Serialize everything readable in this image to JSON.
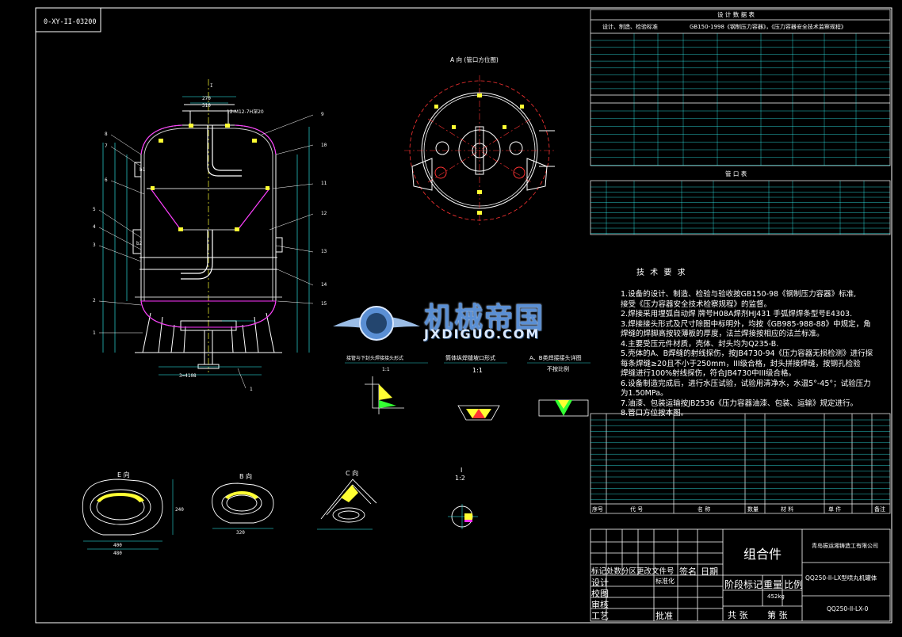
{
  "drawing": {
    "top_left_code": "0-XY-II-03200",
    "view_A_label": "A 向 (管口方位图)",
    "view_E_label": "E 向",
    "view_B_label": "B 向",
    "view_C_label": "C 向",
    "detail_I_label": "I",
    "detail_I_scale": "1:2",
    "section_label_1": "接管与下封头焊接接头形式",
    "section_label_1_scale": "1:1",
    "section_label_2": "筒体纵焊缝坡口形式",
    "section_label_2_scale": "1:1",
    "section_label_3": "A、B类焊接接头详图",
    "section_label_3_scale": "不按比例",
    "dim_top": "310",
    "dim_top2": "270",
    "dim_bolt": "12-M12-7H深20",
    "dim_bottom": "3=4108",
    "dim_400": "400",
    "dim_480": "480",
    "dim_240": "240",
    "dim_320": "320"
  },
  "design_table": {
    "title": "设 计 数 据 表",
    "standard_label": "设计、制造、检验标准",
    "standard_value": "GB150-1998《钢制压力容器》，《压力容器安全技术监察规程》"
  },
  "nozzle_table": {
    "title": "管 口 表"
  },
  "tech_req": {
    "title": "技 术 要 求",
    "lines": [
      "1.设备的设计、制造、检验与验收按GB150-98《钢制压力容器》标准,",
      "   接受《压力容器安全技术检察规程》的监督。",
      "2.焊接采用埋弧自动焊 牌号H08A焊剂HJ431 手弧焊焊条型号E4303.",
      "3.焊接接头形式及尺寸除图中标明外，均按《GB985-988-88》中规定，角",
      "   焊缝的焊脚高按较薄板的厚度，法兰焊接按相应的法兰标准。",
      "4.主要受压元件材质，壳体、封头均为Q235-B.",
      "5.壳体的A、B焊缝的射线探伤，按JB4730-94《压力容器无损检测》进行探",
      "   每条焊缝≥20且不小于250mm，III级合格，封头拼接焊缝，按钢孔检验",
      "   焊缝进行100%射线探伤，符合JB4730中III级合格。",
      "6.设备制造完成后，进行水压试验，试验用清净水，水温5°-45°；试验压力",
      "   为1.50MPa。",
      "7.油漆、包装运输按JB2536《压力容器油漆、包装、运输》规定进行。",
      "8.管口方位按本图。"
    ]
  },
  "watermark": {
    "brand": "机械帝国",
    "url": "JXDIGUO.COM"
  },
  "title_block": {
    "company": "青岛振运湘铸造工有限公司",
    "drawing_name": "组合件",
    "product": "QQ250-II-LX型喷丸机罐体",
    "drawing_no": "QQ250-II-LX-0",
    "header_marks": "标记处数分区更改文件号",
    "signature": "签名",
    "date": "日期",
    "design": "设计",
    "check": "校图",
    "audit": "审核",
    "process": "工艺",
    "standardize": "标准化",
    "approve": "批准",
    "stage_mark": "阶段标记",
    "weight": "重量",
    "scale": "比例",
    "weight_value": "452kg",
    "total_sheets": "共  张",
    "sheet_no": "第  张"
  },
  "bom_table": {
    "col_no": "序号",
    "col_code": "代  号",
    "col_name": "名  称",
    "col_qty": "数量",
    "col_material": "材  料",
    "col_weight": "单  件",
    "col_note": "备注"
  }
}
